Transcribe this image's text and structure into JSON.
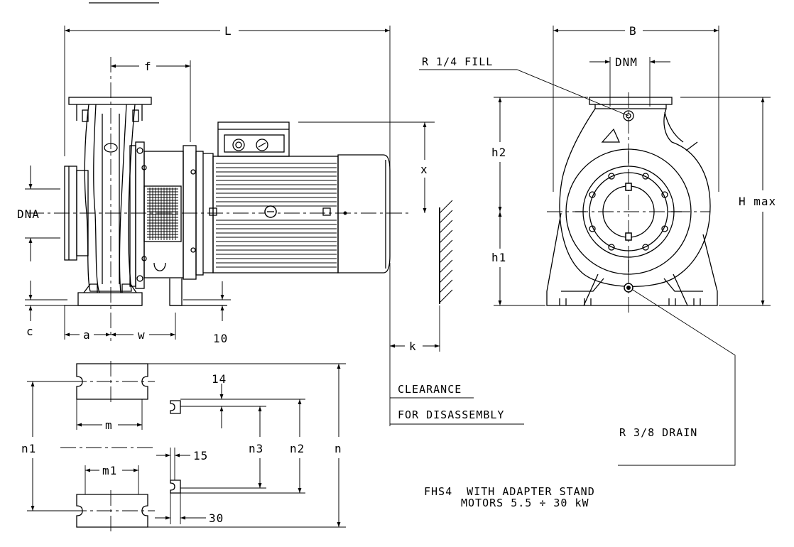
{
  "labels": {
    "L": "L",
    "f": "f",
    "x": "x",
    "DNA": "DNA",
    "c": "c",
    "a": "a",
    "w": "w",
    "dim10": "10",
    "k": "k",
    "B": "B",
    "DNM": "DNM",
    "fill": "R 1/4 FILL",
    "h2": "h2",
    "h1": "h1",
    "Hmax": "H max",
    "drain": "R 3/8 DRAIN",
    "clearance": "CLEARANCE",
    "disassembly": "FOR DISASSEMBLY",
    "dim14": "14",
    "m": "m",
    "n1": "n1",
    "n3": "n3",
    "n2": "n2",
    "n": "n",
    "dim15": "15",
    "m1": "m1",
    "dim30": "30"
  },
  "caption": {
    "line1": "FHS4  WITH ADAPTER STAND",
    "line2": "MOTORS 5.5 ÷ 30 kW"
  }
}
